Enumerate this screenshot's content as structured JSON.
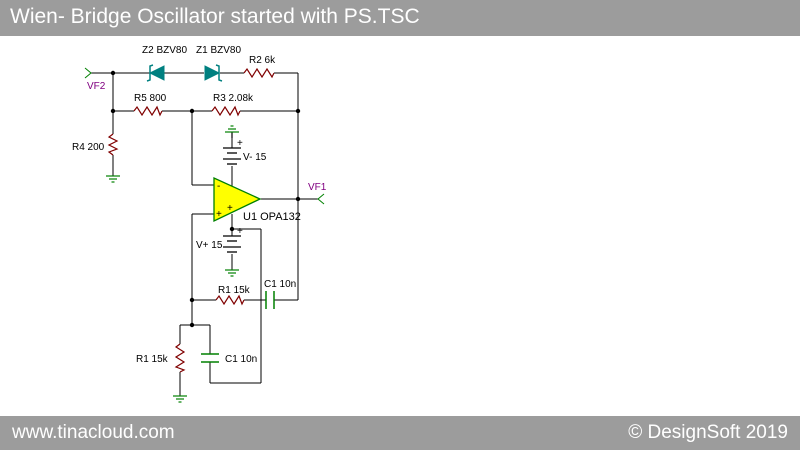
{
  "header": {
    "title": "Wien- Bridge Oscillator started with PS.TSC"
  },
  "footer": {
    "left": "www.tinacloud.com",
    "right": "© DesignSoft 2019"
  },
  "labels": {
    "z2": "Z2 BZV80",
    "z1": "Z1 BZV80",
    "r2": "R2 6k",
    "r5": "R5 800",
    "r3": "R3 2.08k",
    "r4": "R4 200",
    "vminus": "V- 15",
    "vplus": "V+ 15",
    "u1": "U1 OPA132",
    "r1_series": "R1 15k",
    "c1_series": "C1 10n",
    "r1_shunt": "R1 15k",
    "c1_shunt": "C1 10n",
    "vf1": "VF1",
    "vf2": "VF2",
    "op_minus": "-",
    "op_plus": "+",
    "bat_minus_sign": "+",
    "bat_plus_sign": "+"
  },
  "colors": {
    "wire": "#000000",
    "resistor": "#800000",
    "capacitor": "#008000",
    "diode": "#008080",
    "battery": "#000000",
    "opamp_fill": "#ffff00",
    "opamp_stroke": "#008000",
    "ground": "#008000",
    "net_label": "#800080",
    "bar": "#9c9c9c"
  }
}
